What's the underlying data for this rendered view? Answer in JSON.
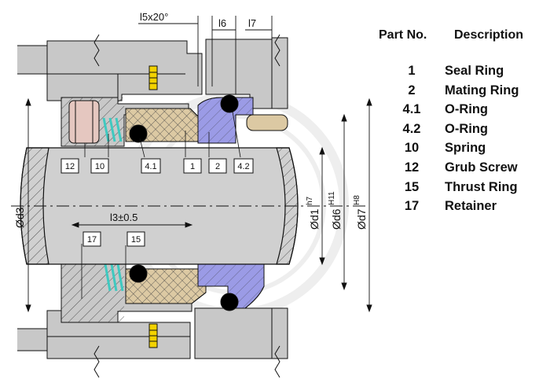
{
  "legend": {
    "header_part_no": "Part No.",
    "header_description": "Description",
    "rows": [
      {
        "part_no": "1",
        "description": "Seal Ring"
      },
      {
        "part_no": "2",
        "description": "Mating Ring"
      },
      {
        "part_no": "4.1",
        "description": "O-Ring"
      },
      {
        "part_no": "4.2",
        "description": "O-Ring"
      },
      {
        "part_no": "10",
        "description": "Spring"
      },
      {
        "part_no": "12",
        "description": "Grub Screw"
      },
      {
        "part_no": "15",
        "description": "Thrust Ring"
      },
      {
        "part_no": "17",
        "description": "Retainer"
      }
    ]
  },
  "dimensions": {
    "l5": "l5x20°",
    "l6": "l6",
    "l7": "l7",
    "l3": "l3±0.5",
    "d3": "Ød3",
    "d1": "Ød1",
    "d1_tol": "h7",
    "d6": "Ød6",
    "d6_tol": "H11",
    "d7": "Ød7",
    "d7_tol": "H8"
  },
  "callouts": {
    "upper": [
      "12",
      "10",
      "4.1",
      "1",
      "2",
      "4.2"
    ],
    "lower": [
      "17",
      "15"
    ]
  },
  "colors": {
    "housing_gray": "#c8c8c8",
    "shaft_gray": "#d0d0d0",
    "seal_ring_purple": "#9b9be6",
    "spring_cyan": "#3fc9c0",
    "thrust_ring_tan": "#dcc9a3",
    "grub_screw_pink": "#e5c7c0",
    "marker_yellow": "#f2d200",
    "outline": "#111111"
  }
}
